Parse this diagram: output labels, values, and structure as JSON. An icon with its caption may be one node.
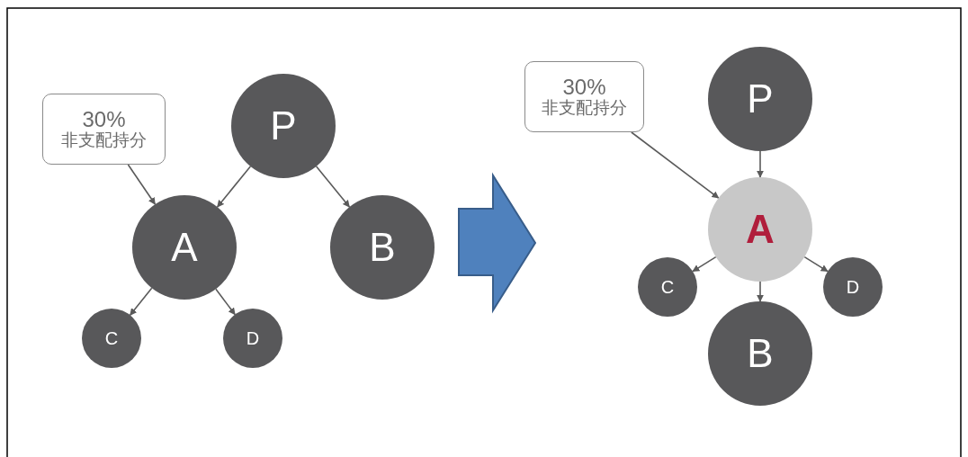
{
  "diagram": {
    "nodes": [
      {
        "text": [
          "30%",
          "非支配持分"
        ]
      },
      {
        "text": [
          "P"
        ]
      },
      {
        "text": [
          "A"
        ]
      },
      {
        "text": [
          "B"
        ]
      },
      {
        "text": [
          "C"
        ]
      },
      {
        "text": [
          "D"
        ]
      },
      {
        "text": [
          "30%",
          "非支配持分"
        ]
      },
      {
        "text": [
          "P"
        ]
      },
      {
        "text": [
          "A"
        ]
      },
      {
        "text": [
          "C"
        ]
      },
      {
        "text": [
          "D"
        ]
      },
      {
        "text": [
          "B"
        ]
      }
    ],
    "edges": [
      {
        "from": 0,
        "to": 2,
        "arrow": "to"
      },
      {
        "from": 1,
        "to": 2,
        "arrow": "to"
      },
      {
        "from": 1,
        "to": 3,
        "arrow": "to"
      },
      {
        "from": 2,
        "to": 4,
        "arrow": "to"
      },
      {
        "from": 2,
        "to": 5,
        "arrow": "to"
      },
      {
        "from": 6,
        "to": 8,
        "arrow": "to"
      },
      {
        "from": 7,
        "to": 8,
        "arrow": "to"
      },
      {
        "from": 8,
        "to": 9,
        "arrow": "to"
      },
      {
        "from": 8,
        "to": 11,
        "arrow": "to"
      },
      {
        "from": 8,
        "to": 10,
        "arrow": "to"
      }
    ]
  }
}
